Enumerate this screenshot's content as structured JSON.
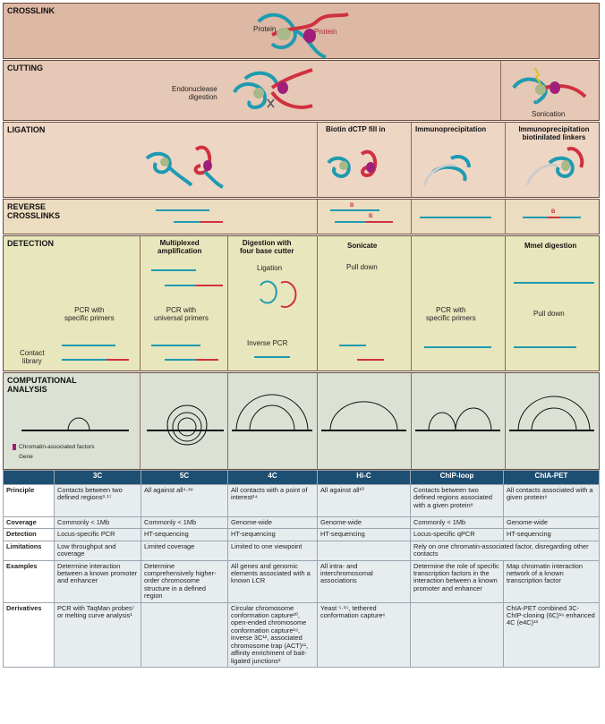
{
  "rows": {
    "crosslink": "CROSSLINK",
    "cutting": "CUTTING",
    "ligation": "LIGATION",
    "reverse_crosslinks": "REVERSE\nCROSSLINKS",
    "detection": "DETECTION",
    "computational": "COMPUTATIONAL\nANALYSIS"
  },
  "crosslink_labels": {
    "protein_left": "Protein",
    "protein_right": "Protein"
  },
  "cutting_labels": {
    "endonuclease": "Endonuclease\ndigestion",
    "sonication": "Sonication"
  },
  "ligation_labels": {
    "biotin": "Biotin dCTP fill in",
    "ip": "Immunoprecipitation",
    "ip_biotin": "Immunoprecipitation\nbiotinilated linkers"
  },
  "marker_b": "B",
  "detection_labels": {
    "pcr_specific": "PCR with\nspecific primers",
    "contact_library": "Contact\nlibrary",
    "multiplexed": "Multiplexed\namplification",
    "pcr_universal": "PCR with\nuniversal primers",
    "digestion": "Digestion with\nfour base cutter",
    "ligation": "Ligation",
    "inverse_pcr": "Inverse PCR",
    "sonicate": "Sonicate",
    "pull_down": "Pull down",
    "pcr_specific2": "PCR with\nspecific primers",
    "mmei": "MmeI digestion",
    "pull_down2": "Pull down"
  },
  "legend": {
    "factors": "Chromatin-associated factors",
    "gene": "Gene"
  },
  "table": {
    "columns": [
      "3C",
      "5C",
      "4C",
      "Hi-C",
      "ChIP-loop",
      "ChIA-PET"
    ],
    "rows": [
      {
        "name": "Principle",
        "cells": [
          "Contacts between two defined regions³·¹⁷",
          "All against all⁴·¹⁸",
          "All contacts with a point of interest¹⁴",
          "All against all¹⁰",
          "Contacts between two defined regions associated with a given protein⁸",
          "All contacts associated with a given protein⁹"
        ]
      },
      {
        "name": "Coverage",
        "cells": [
          "Commonly < 1Mb",
          "Commonly < 1Mb",
          "Genome-wide",
          "Genome-wide",
          "Commonly < 1Mb",
          "Genome-wide"
        ]
      },
      {
        "name": "Detection",
        "cells": [
          "Locus-specific PCR",
          "HT-sequencing",
          "HT-sequencing",
          "HT-sequencing",
          "Locus-specific qPCR",
          "HT-sequencing"
        ]
      },
      {
        "name": "Limitations",
        "cells": [
          "Low throughput and coverage",
          "Limited coverage",
          "Limited to one viewpoint",
          "",
          "Rely on one chromatin-associated factor, disregarding other contacts",
          ""
        ]
      },
      {
        "name": "Examples",
        "cells": [
          "Determine interaction between a known promoter and enhancer",
          "Determine comprehensively higher-order chromosome structure in a defined region",
          "All genes and genomic elements associated with a known LCR",
          "All intra- and interchromosomal associations",
          "Determine the role of specific transcription factors in the interaction between a known promoter and enhancer",
          "Map chromatin interaction network of a known transcription factor"
        ]
      },
      {
        "name": "Derivatives",
        "cells": [
          "PCR with TaqMan probes⁷ or melting curve analysis¹",
          "",
          "Circular chromosome conformation capture²⁰, open-ended chromosome conformation capture¹⁹, inverse 3C¹², associated chromosome trap (ACT)¹¹, affinity enrichment of bait-ligated junctions²",
          "Yeast ⁵·¹⁵, tethered conformation capture⁶",
          "",
          "ChIA-PET combined 3C-ChIP-cloning (6C)¹⁶ enhanced 4C (e4C)¹³"
        ]
      }
    ]
  }
}
